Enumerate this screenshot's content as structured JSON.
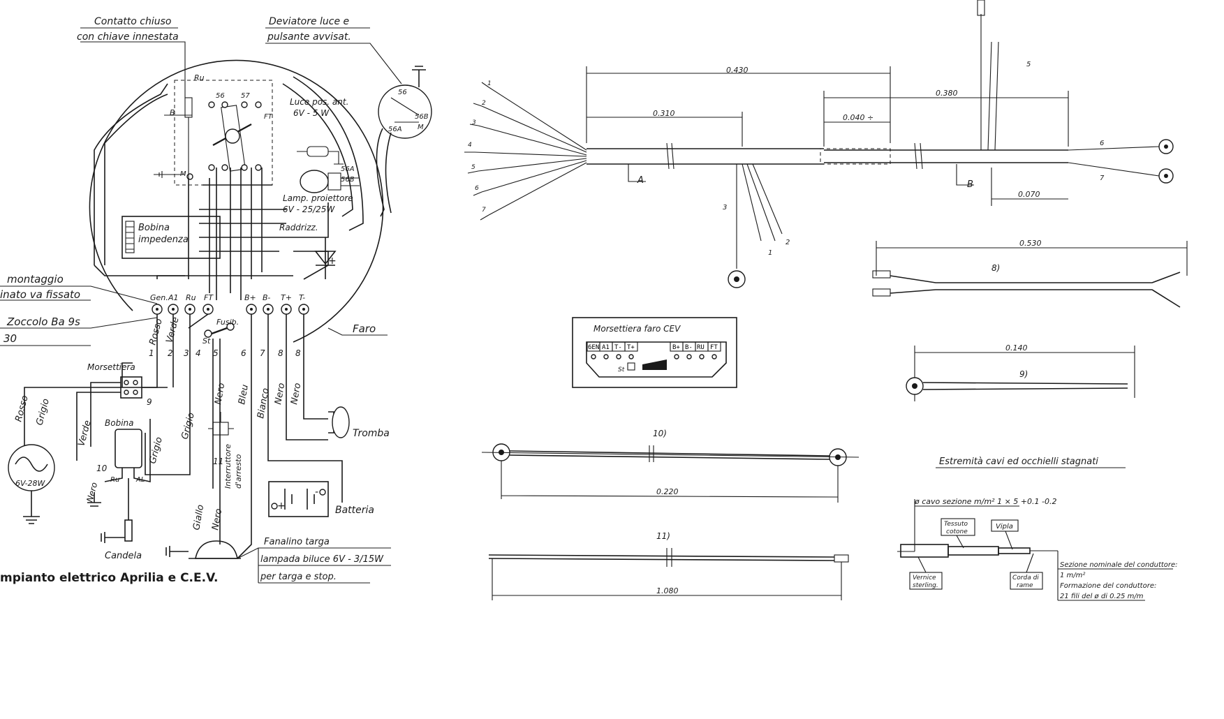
{
  "caption": "mpianto elettrico Aprilia e C.E.V.",
  "wiring_diagram": {
    "callouts": {
      "contatto_1": "Contatto chiuso",
      "contatto_2": "con chiave innestata",
      "deviatore_1": "Deviatore luce e",
      "deviatore_2": "pulsante avvisat.",
      "montaggio_1": "montaggio",
      "montaggio_2": "inato va fissato",
      "zoccolo_1": "Zoccolo Ba 9s",
      "zoccolo_2": "30",
      "faro": "Faro",
      "luce_pos_1": "Luce pos. ant.",
      "luce_pos_2": "6V - 5 W",
      "lamp_1": "Lamp. proiettore",
      "lamp_2": "6V - 25/25W",
      "bobina_imp_1": "Bobina",
      "bobina_imp_2": "impedenza",
      "raddrizz": "Raddrizz.",
      "morsettiera": "Morsettiera",
      "bobina": "Bobina",
      "generator": "6V-28W",
      "candela": "Candela",
      "tromba": "Tromba",
      "batteria": "Batteria",
      "fanalino_1": "Fanalino targa",
      "fanalino_2": "lampada biluce 6V - 3/15W",
      "fanalino_3": "per targa e stop.",
      "interruttore_1": "Interruttore",
      "interruttore_2": "d'arresto",
      "fusib": "Fusib.",
      "st": "St",
      "ru_top": "Ru",
      "b_minus": "B",
      "m_label": "M",
      "ft_label": "FT",
      "n56": "56",
      "n57": "57",
      "n56a": "56A",
      "n56b": "56B",
      "m_dev": "M",
      "ru_bob": "Ru",
      "al_bob": "AL",
      "plus": "+",
      "minus": "-"
    },
    "terminals": [
      "Gen.",
      "A1",
      "Ru",
      "FT",
      "B+",
      "B-",
      "T+",
      "T-"
    ],
    "wire_numbers": [
      "1",
      "2",
      "3",
      "4",
      "5",
      "6",
      "7",
      "8",
      "8",
      "9",
      "10",
      "11"
    ],
    "wire_colors": {
      "rosso": "Rosso",
      "verde": "Verde",
      "grigio": "Grigio",
      "nero": "Nero",
      "bleu": "Bleu",
      "bianco": "Bianco",
      "giallo": "Giallo"
    }
  },
  "harness": {
    "dims": {
      "d0430": "0.430",
      "d0310": "0.310",
      "d0040": "0.040 ÷",
      "d0380": "0.380",
      "d0070": "0.070",
      "d0530": "0.530",
      "d0140": "0.140",
      "d0220": "0.220",
      "d1080": "1.080"
    },
    "labels": {
      "A": "A",
      "B": "B",
      "w1": "1",
      "w2": "2",
      "w3": "3",
      "w4": "4",
      "w5": "5",
      "w6": "6",
      "w7": "7",
      "c8": "8)",
      "c9": "9)",
      "c10": "10)",
      "c11": "11)"
    }
  },
  "morsettiera_cev": {
    "title": "Morsettiera faro CEV",
    "terminals": [
      "6EN",
      "A1",
      "T-",
      "T+",
      "B+",
      "B-",
      "RU",
      "FT"
    ],
    "st": "St"
  },
  "cable_detail": {
    "title": "Estremità cavi ed occhielli stagnati",
    "sezione": "ø cavo sezione m/m² 1 × 5 +0.1 -0.2",
    "tessuto_1": "Tessuto",
    "tessuto_2": "cotone",
    "vipla": "Vipla",
    "vernice_1": "Vernice",
    "vernice_2": "sterling.",
    "corda_1": "Corda di",
    "corda_2": "rame",
    "nominale_1": "Sezione nominale del conduttore:",
    "nominale_2": "1 m/m²",
    "formazione_1": "Formazione del conduttore:",
    "formazione_2": "21 fili del ø di 0.25 m/m"
  }
}
